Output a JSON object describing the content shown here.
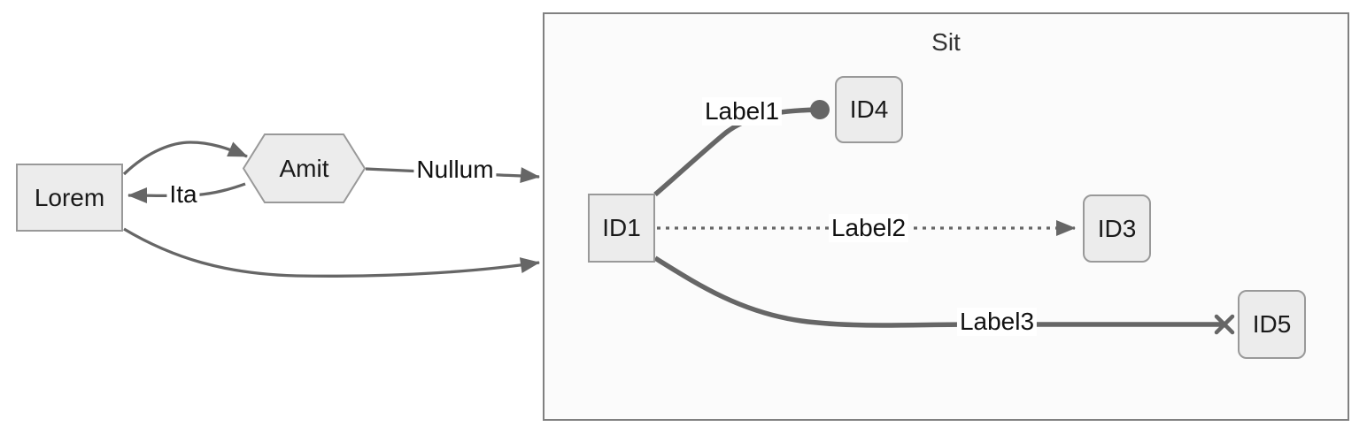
{
  "diagram": {
    "type": "flowchart",
    "direction": "LR"
  },
  "colors": {
    "edge": "#666666",
    "node-fill": "#ececec",
    "node-border": "#999999",
    "cluster-fill": "#fbfbfb",
    "cluster-border": "#808080",
    "text": "#1a1a1a",
    "canvas": "#ffffff"
  },
  "subgraph": {
    "title": "Sit"
  },
  "nodes": {
    "lorem": {
      "label": "Lorem",
      "shape": "rectangle"
    },
    "amit": {
      "label": "Amit",
      "shape": "hexagon"
    },
    "id1": {
      "label": "ID1",
      "shape": "rectangle"
    },
    "id3": {
      "label": "ID3",
      "shape": "rounded-rectangle"
    },
    "id4": {
      "label": "ID4",
      "shape": "rounded-rectangle"
    },
    "id5": {
      "label": "ID5",
      "shape": "rounded-rectangle"
    }
  },
  "edges": [
    {
      "from": "Lorem",
      "to": "Amit",
      "label": "",
      "style": "solid",
      "end": "arrow"
    },
    {
      "from": "Amit",
      "to": "Lorem",
      "label": "Ita",
      "style": "solid",
      "end": "arrow"
    },
    {
      "from": "Amit",
      "to": "Sit",
      "label": "Nullum",
      "style": "solid",
      "end": "arrow"
    },
    {
      "from": "Lorem",
      "to": "Sit",
      "label": "",
      "style": "solid",
      "end": "arrow"
    },
    {
      "from": "ID1",
      "to": "ID4",
      "label": "Label1",
      "style": "thick",
      "end": "circle"
    },
    {
      "from": "ID1",
      "to": "ID3",
      "label": "Label2",
      "style": "dotted",
      "end": "arrow"
    },
    {
      "from": "ID1",
      "to": "ID5",
      "label": "Label3",
      "style": "thick",
      "end": "cross"
    }
  ]
}
